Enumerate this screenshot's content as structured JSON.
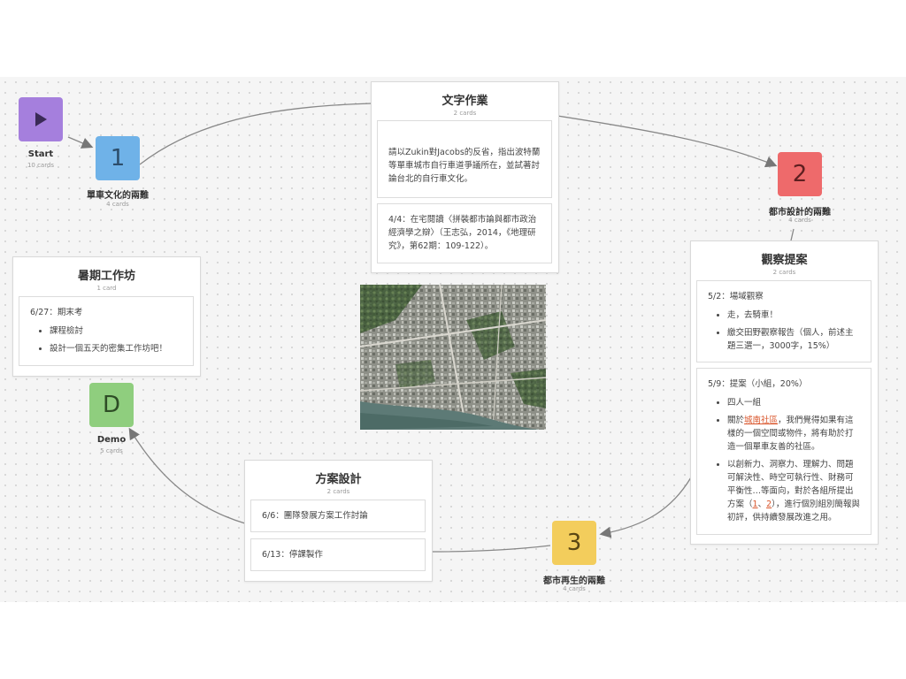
{
  "colors": {
    "start": "#a57fdd",
    "n1": "#6fb2e8",
    "n2": "#ee6a6b",
    "n3": "#f3cd5c",
    "demo": "#8fce7e",
    "link": "#d9552b"
  },
  "start": {
    "icon": "play-icon",
    "label": "Start",
    "sub": "10 cards"
  },
  "node1": {
    "num": "1",
    "label": "單車文化的兩難",
    "sub": "4 cards"
  },
  "node2": {
    "num": "2",
    "label": "都市設計的兩難",
    "sub": "4 cards"
  },
  "node3": {
    "num": "3",
    "label": "都市再生的兩難",
    "sub": "4 cards"
  },
  "demo": {
    "letter": "D",
    "label": "Demo",
    "sub": "5 cards"
  },
  "writing": {
    "title": "文字作業",
    "sub": "2 cards",
    "card1": "請以Zukin對Jacobs的反省，指出波特蘭等單車城市自行車道爭議所在，並試著討論台北的自行車文化。",
    "card2": "4/4：在宅閱讀〈拼裝都市論與都市政治經濟學之辯〉（王志弘，2014，《地理研究》，第62期：109-122）。"
  },
  "summer": {
    "title": "暑期工作坊",
    "sub": "1 card",
    "card_head": "6/27：期末考",
    "items": [
      "課程檢討",
      "設計一個五天的密集工作坊吧！"
    ]
  },
  "observe": {
    "title": "觀察提案",
    "sub": "2 cards",
    "card1_head": "5/2：場域觀察",
    "card1_items": [
      "走，去騎車！",
      "繳交田野觀察報告（個人，前述主題三選一，3000字，15%）"
    ],
    "card2_head": "5/9：提案（小組，20%）",
    "c2_i1": "四人一組",
    "c2_i2_pre": "關於",
    "c2_i2_link": "城南社區",
    "c2_i2_post": "，我們覺得如果有這樣的一個空間或物件，將有助於打造一個單車友善的社區。",
    "c2_i3_pre": "以創新力、洞察力、理解力、問題可解決性、時空可執行性、財務可平衡性…等面向，對於各組所提出方案（",
    "c2_i3_l1": "1",
    "c2_i3_sep": "、",
    "c2_i3_l2": "2",
    "c2_i3_post": "），進行個別組別簡報與初評，供持續發展改進之用。"
  },
  "plan": {
    "title": "方案設計",
    "sub": "2 cards",
    "card1": "6/6：團隊發展方案工作討論",
    "card2": "6/13：停課製作"
  },
  "image": {
    "name": "aerial-city-photo"
  }
}
